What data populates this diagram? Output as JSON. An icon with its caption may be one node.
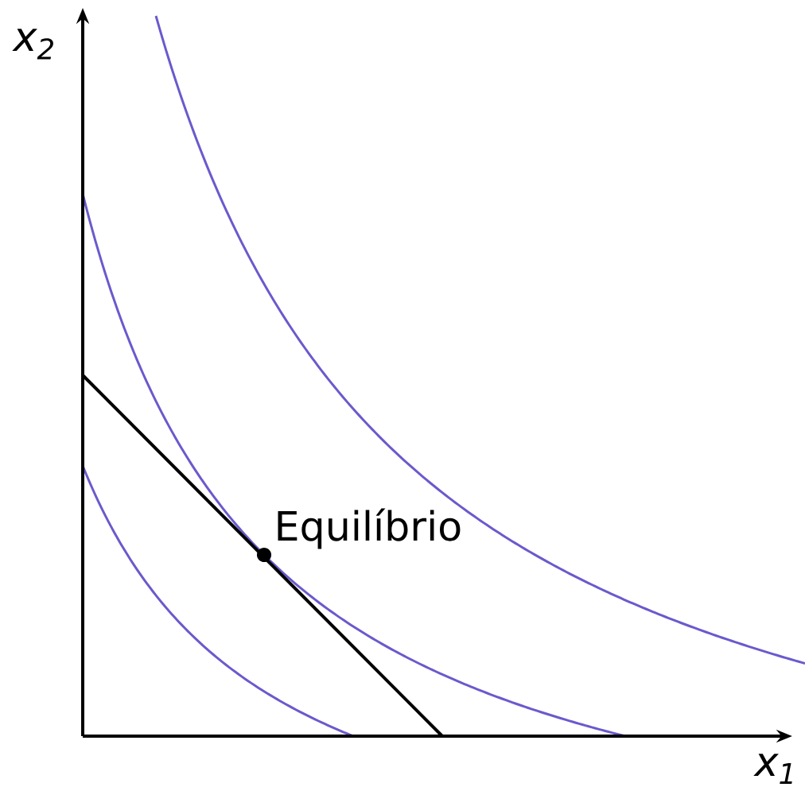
{
  "diagram": {
    "labels": [
      "x$_{2}$",
      "Equilíbrio",
      "x$_{1}$"
    ]
  }
}
